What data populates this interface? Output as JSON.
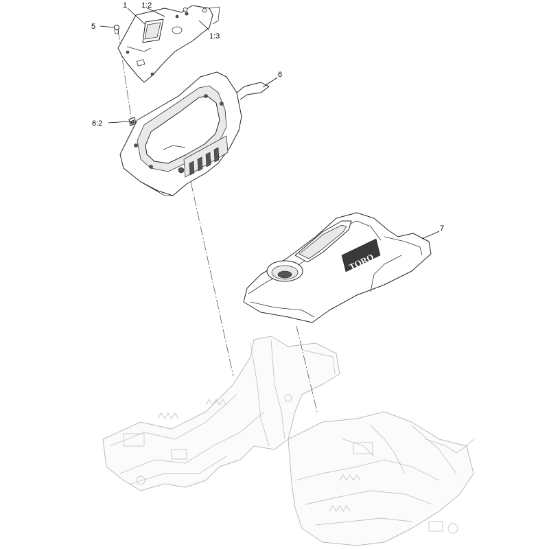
{
  "callouts": {
    "c1": "1",
    "c1_2": "1:2",
    "c1_3": "1:3",
    "c5": "5",
    "c6": "6",
    "c6_2": "6:2",
    "c7": "7"
  },
  "logo": "TORO"
}
